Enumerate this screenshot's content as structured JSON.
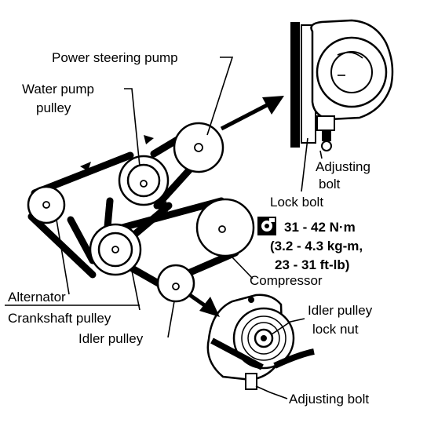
{
  "labels": {
    "power_steering_pump": "Power steering pump",
    "water_pump_pulley_1": "Water pump",
    "water_pump_pulley_2": "pulley",
    "adjusting_bolt_top_1": "Adjusting",
    "adjusting_bolt_top_2": "bolt",
    "lock_bolt": "Lock bolt",
    "torque_1": "31 - 42 N·m",
    "torque_2": "(3.2 - 4.3 kg-m,",
    "torque_3": "23 - 31 ft-lb)",
    "compressor": "Compressor",
    "alternator": "Alternator",
    "crankshaft_pulley": "Crankshaft pulley",
    "idler_pulley": "Idler pulley",
    "idler_pulley_lock_nut_1": "Idler pulley",
    "idler_pulley_lock_nut_2": "lock nut",
    "adjusting_bolt_bottom": "Adjusting bolt"
  },
  "icons": [
    "torque-wrench-icon"
  ],
  "colors": {
    "ink": "#000000",
    "paper": "#ffffff"
  }
}
